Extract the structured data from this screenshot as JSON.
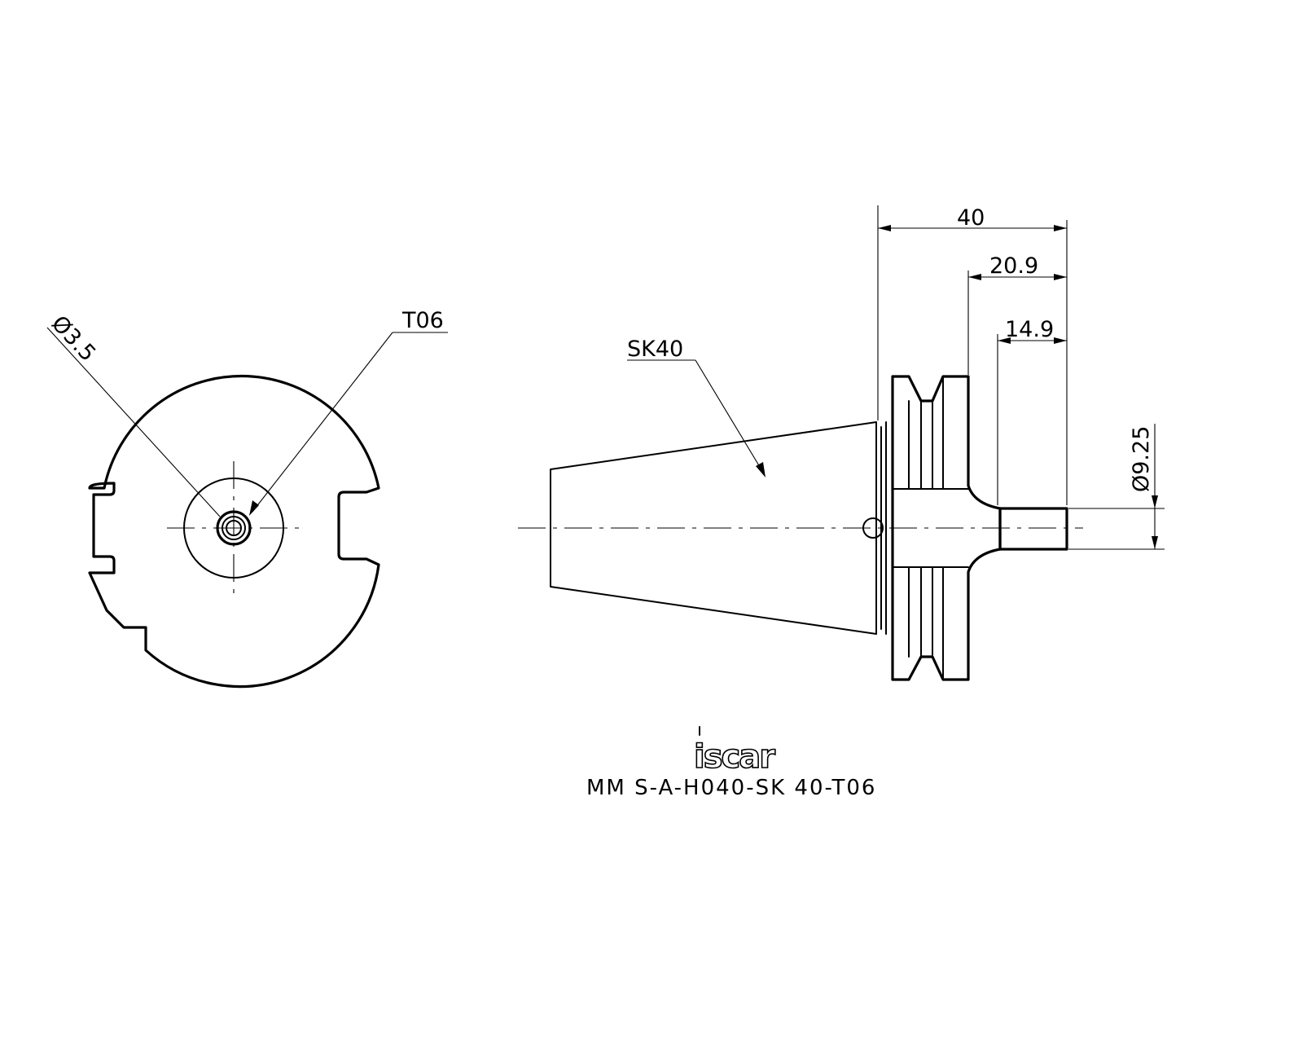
{
  "front_view": {
    "bore_diameter_label": "Ø3.5",
    "thread_label": "T06"
  },
  "side_view": {
    "taper_label": "SK40",
    "dimensions": {
      "overall_length": "40",
      "flange_to_end": "20.9",
      "neck_length": "14.9",
      "shank_diameter": "Ø9.25"
    }
  },
  "logo": {
    "brand": "iscar"
  },
  "model_code": "MM S-A-H040-SK 40-T06"
}
